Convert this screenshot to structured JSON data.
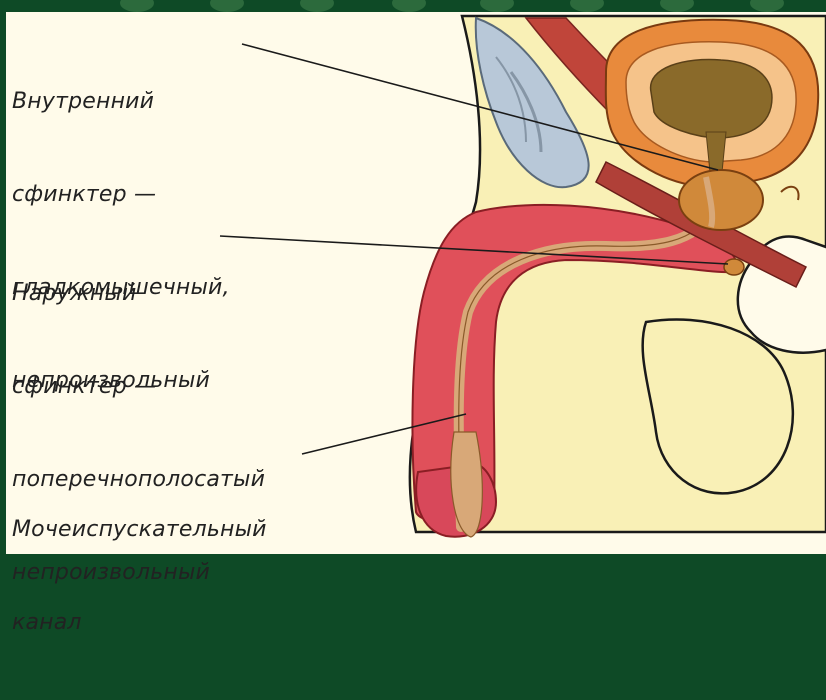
{
  "labels": {
    "internal_sphincter": [
      "Внутренний",
      "сфинктер —",
      "гладкомышечный,",
      "непроизвольный"
    ],
    "external_sphincter": [
      "Наружный",
      "сфинктер —",
      "поперечнополосатый",
      "непроизвольный"
    ],
    "urethra": [
      "Мочеиспускательный",
      "канал"
    ]
  },
  "colors": {
    "background_frame": "#0e4a26",
    "panel": "#fffbea",
    "skin": "#f9f0b6",
    "muscle_red": "#e0505a",
    "bladder_orange": "#e88a3c",
    "bladder_interior": "#8a6a2a",
    "bone_blue": "#b8c8d8",
    "prostate": "#d0893a",
    "urethra_tan": "#d8a878"
  }
}
